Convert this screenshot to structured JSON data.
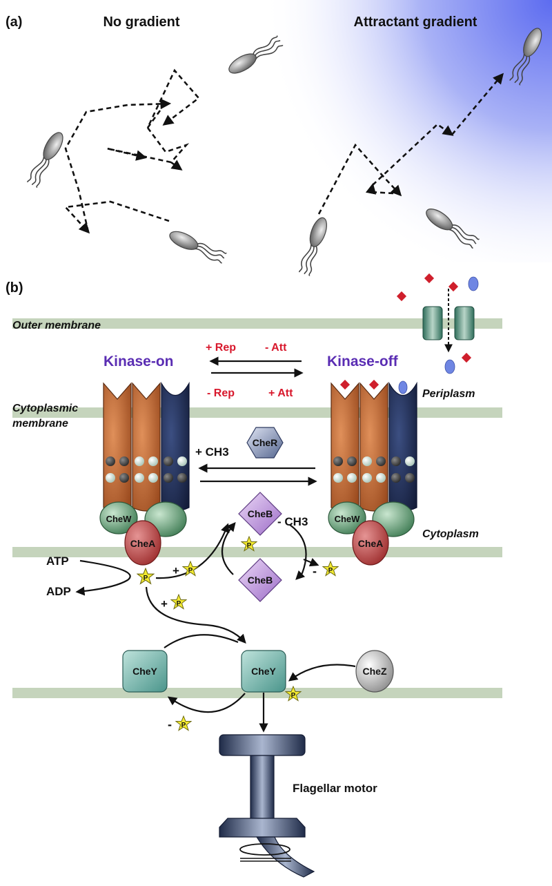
{
  "panel_a": {
    "label": "(a)",
    "left_title": "No gradient",
    "right_title": "Attractant gradient"
  },
  "panel_b": {
    "label": "(b)",
    "outer_membrane": "Outer membrane",
    "cytoplasmic_membrane_line1": "Cytoplasmic",
    "cytoplasmic_membrane_line2": "membrane",
    "periplasm": "Periplasm",
    "cytoplasm": "Cytoplasm",
    "kinase_on": "Kinase-on",
    "kinase_off": "Kinase-off",
    "plus_rep": "+ Rep",
    "minus_att": "- Att",
    "minus_rep": "- Rep",
    "plus_att": "+ Att",
    "plus_ch3": "+ CH3",
    "minus_ch3": "- CH3",
    "atp": "ATP",
    "adp": "ADP",
    "plus": "+",
    "minus": "-",
    "phospho": "P",
    "flagellar_motor": "Flagellar motor",
    "proteins": {
      "cher": "CheR",
      "chew": "CheW",
      "chea": "CheA",
      "cheb": "CheB",
      "chey": "CheY",
      "chez": "CheZ"
    }
  },
  "colors": {
    "attractant_gradient": "#6d7cf0",
    "membrane": "#c5d4bc",
    "kinase_text": "#5a2db3",
    "ligand_text": "#d8182c",
    "receptor_orange": "#b9602b",
    "receptor_navy": "#1d2c55",
    "chew_green": "#4f8a62",
    "chea_red": "#b33a3a",
    "cheb_purple": "#a77bcf",
    "chey_teal": "#4f9c92",
    "cheR_slate": "#5e6f9c",
    "phospho_yellow": "#f3ea32"
  },
  "icons": [
    "bacterium-icon",
    "porin-channel-icon",
    "flagellar-motor-icon",
    "phosphate-star-icon"
  ]
}
